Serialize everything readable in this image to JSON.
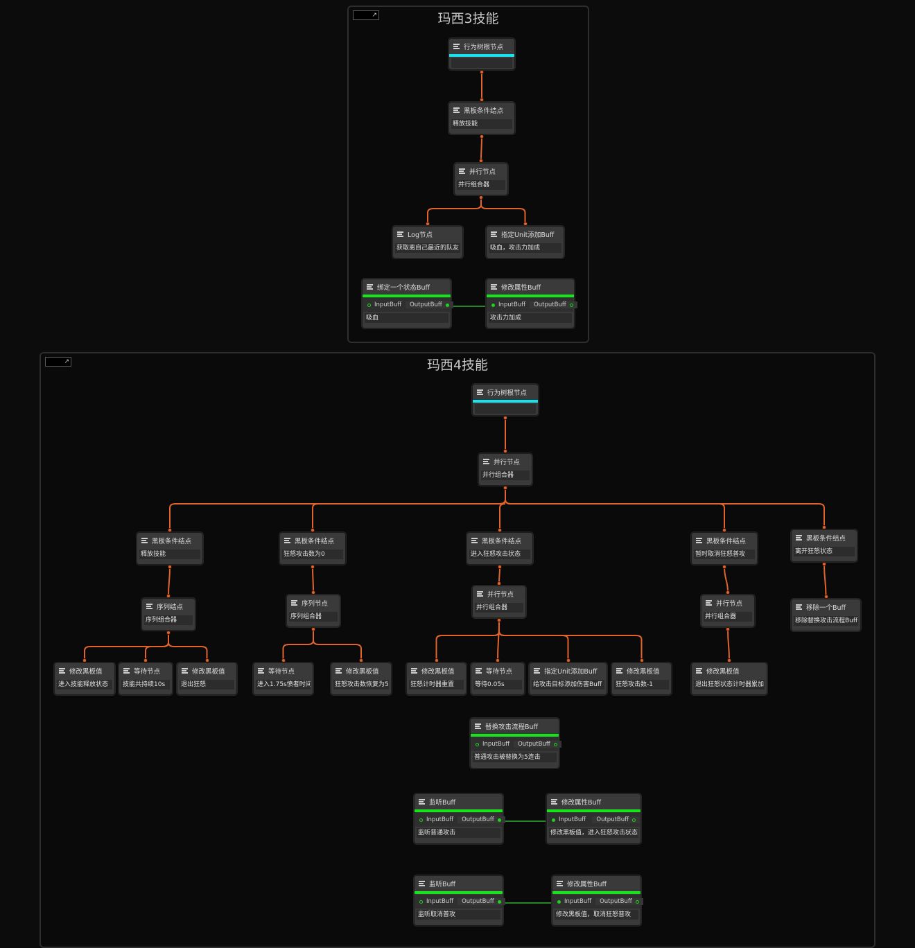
{
  "colors": {
    "edge": "#e0642c",
    "data_edge": "#2fae2f",
    "root_bar": "#17e3ee",
    "buff_bar": "#18e41c",
    "node_bg": "#3a3a3a",
    "canvas_bg": "#0c0c0c"
  },
  "groups": [
    {
      "id": "g3",
      "title": "玛西3技能",
      "nodes": [
        {
          "id": "g3_root",
          "title": "行为树根节点",
          "bar": "cyan",
          "value": "",
          "icon": "list-icon"
        },
        {
          "id": "g3_bb",
          "title": "黑板条件结点",
          "value": "释放技能",
          "icon": "list-icon"
        },
        {
          "id": "g3_par",
          "title": "并行节点",
          "value": "并行组合器",
          "icon": "list-icon"
        },
        {
          "id": "g3_log",
          "title": "Log节点",
          "value": "获取离自己最近的队友",
          "icon": "list-icon"
        },
        {
          "id": "g3_add",
          "title": "指定Unit添加Buff",
          "value": "吸血，攻击力加成",
          "icon": "list-icon"
        },
        {
          "id": "g3_bind",
          "title": "绑定一个状态Buff",
          "bar": "green",
          "ports": {
            "in": "InputBuff",
            "out": "OutputBuff"
          },
          "value": "吸血",
          "icon": "list-icon"
        },
        {
          "id": "g3_mod",
          "title": "修改属性Buff",
          "bar": "green",
          "ports": {
            "in": "InputBuff",
            "out": "OutputBuff"
          },
          "value": "攻击力加成",
          "icon": "list-icon"
        }
      ],
      "edges": [
        [
          "g3_root",
          "g3_bb"
        ],
        [
          "g3_bb",
          "g3_par"
        ],
        [
          "g3_par",
          "g3_log"
        ],
        [
          "g3_par",
          "g3_add"
        ]
      ],
      "data_edges": [
        [
          "g3_bind",
          "g3_mod"
        ]
      ]
    },
    {
      "id": "g4",
      "title": "玛西4技能",
      "nodes": [
        {
          "id": "g4_root",
          "title": "行为树根节点",
          "bar": "cyan",
          "value": "",
          "icon": "list-icon"
        },
        {
          "id": "g4_par",
          "title": "并行节点",
          "value": "并行组合器",
          "icon": "list-icon"
        },
        {
          "id": "g4_bb1",
          "title": "黑板条件结点",
          "value": "释放技能",
          "icon": "list-icon"
        },
        {
          "id": "g4_bb2",
          "title": "黑板条件结点",
          "value": "狂怒攻击数为0",
          "icon": "list-icon"
        },
        {
          "id": "g4_bb3",
          "title": "黑板条件结点",
          "value": "进入狂怒攻击状态",
          "icon": "list-icon"
        },
        {
          "id": "g4_bb4",
          "title": "黑板条件结点",
          "value": "暂时取消狂怒普攻",
          "icon": "list-icon"
        },
        {
          "id": "g4_bb5",
          "title": "黑板条件结点",
          "value": "离开狂怒状态",
          "icon": "list-icon"
        },
        {
          "id": "g4_seq1",
          "title": "序列结点",
          "value": "序列组合器",
          "icon": "list-icon"
        },
        {
          "id": "g4_seq2",
          "title": "序列节点",
          "value": "序列组合器",
          "icon": "list-icon"
        },
        {
          "id": "g4_par3",
          "title": "并行节点",
          "value": "并行组合器",
          "icon": "list-icon"
        },
        {
          "id": "g4_par4",
          "title": "并行节点",
          "value": "并行组合器",
          "icon": "list-icon"
        },
        {
          "id": "g4_rm",
          "title": "移除一个Buff",
          "value": "移除替换攻击流程Buff",
          "icon": "list-icon"
        },
        {
          "id": "g4_l1",
          "title": "修改黑板值",
          "value": "进入技能释放状态",
          "icon": "list-icon"
        },
        {
          "id": "g4_l2",
          "title": "等待节点",
          "value": "技能共持续10s",
          "icon": "list-icon"
        },
        {
          "id": "g4_l3",
          "title": "修改黑板值",
          "value": "退出狂怒",
          "icon": "list-icon"
        },
        {
          "id": "g4_l4",
          "title": "等待节点",
          "value": "进入1.75s愤者时间",
          "icon": "list-icon"
        },
        {
          "id": "g4_l5",
          "title": "修改黑板值",
          "value": "狂怒攻击数恢复为5",
          "icon": "list-icon"
        },
        {
          "id": "g4_l6",
          "title": "修改黑板值",
          "value": "狂怒计时器重置",
          "icon": "list-icon"
        },
        {
          "id": "g4_l7",
          "title": "等待节点",
          "value": "等待0.05s",
          "icon": "list-icon"
        },
        {
          "id": "g4_l8",
          "title": "指定Unit添加Buff",
          "value": "给攻击目标添加伤害Buff",
          "icon": "list-icon"
        },
        {
          "id": "g4_l9",
          "title": "修改黑板值",
          "value": "狂怒攻击数-1",
          "icon": "list-icon"
        },
        {
          "id": "g4_l10",
          "title": "修改黑板值",
          "value": "退出狂怒状态计时器累加",
          "icon": "list-icon"
        },
        {
          "id": "g4_rep",
          "title": "替换攻击流程Buff",
          "bar": "green",
          "ports": {
            "in": "InputBuff",
            "out": "OutputBuff"
          },
          "value": "普通攻击被替换为5连击",
          "icon": "list-icon"
        },
        {
          "id": "g4_lis1",
          "title": "监听Buff",
          "bar": "green",
          "ports": {
            "in": "InputBuff",
            "out": "OutputBuff"
          },
          "value": "监听普通攻击",
          "icon": "list-icon"
        },
        {
          "id": "g4_mod1",
          "title": "修改属性Buff",
          "bar": "green",
          "ports": {
            "in": "InputBuff",
            "out": "OutputBuff"
          },
          "value": "修改黑板值，进入狂怒攻击状态",
          "icon": "list-icon"
        },
        {
          "id": "g4_lis2",
          "title": "监听Buff",
          "bar": "green",
          "ports": {
            "in": "InputBuff",
            "out": "OutputBuff"
          },
          "value": "监听取消普攻",
          "icon": "list-icon"
        },
        {
          "id": "g4_mod2",
          "title": "修改属性Buff",
          "bar": "green",
          "ports": {
            "in": "InputBuff",
            "out": "OutputBuff"
          },
          "value": "修改黑板值，取消狂怒普攻",
          "icon": "list-icon"
        }
      ],
      "edges": [
        [
          "g4_root",
          "g4_par"
        ],
        [
          "g4_par",
          "g4_bb1"
        ],
        [
          "g4_par",
          "g4_bb2"
        ],
        [
          "g4_par",
          "g4_bb3"
        ],
        [
          "g4_par",
          "g4_bb4"
        ],
        [
          "g4_par",
          "g4_bb5"
        ],
        [
          "g4_bb1",
          "g4_seq1"
        ],
        [
          "g4_bb2",
          "g4_seq2"
        ],
        [
          "g4_bb3",
          "g4_par3"
        ],
        [
          "g4_bb4",
          "g4_par4"
        ],
        [
          "g4_bb5",
          "g4_rm"
        ],
        [
          "g4_seq1",
          "g4_l1"
        ],
        [
          "g4_seq1",
          "g4_l2"
        ],
        [
          "g4_seq1",
          "g4_l3"
        ],
        [
          "g4_seq2",
          "g4_l4"
        ],
        [
          "g4_seq2",
          "g4_l5"
        ],
        [
          "g4_par3",
          "g4_l6"
        ],
        [
          "g4_par3",
          "g4_l7"
        ],
        [
          "g4_par3",
          "g4_l8"
        ],
        [
          "g4_par3",
          "g4_l9"
        ],
        [
          "g4_par4",
          "g4_l10"
        ]
      ],
      "data_edges": [
        [
          "g4_lis1",
          "g4_mod1"
        ],
        [
          "g4_lis2",
          "g4_mod2"
        ]
      ]
    }
  ]
}
